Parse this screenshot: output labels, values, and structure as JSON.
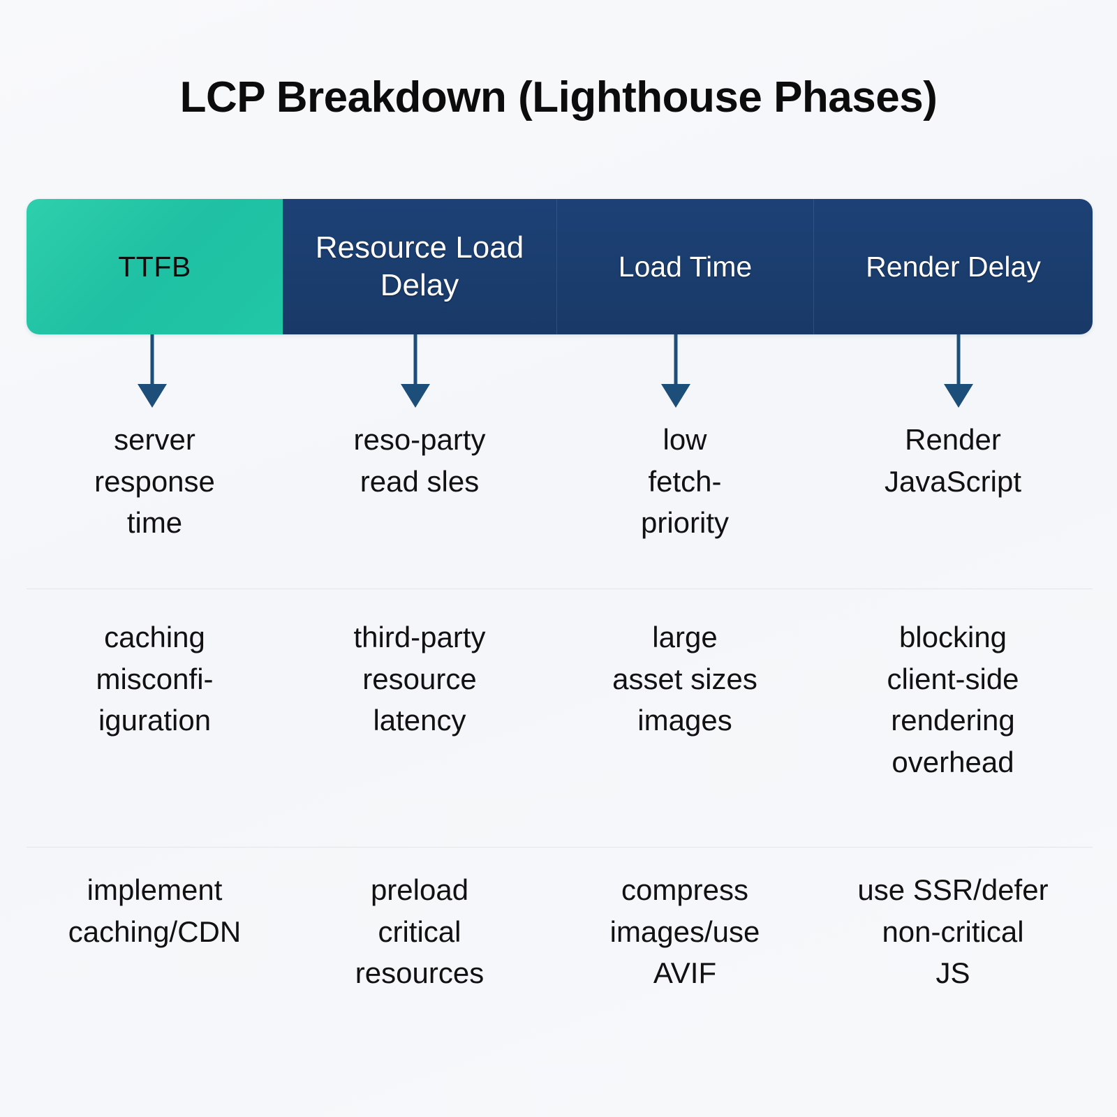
{
  "title": "LCP Breakdown (Lighthouse Phases)",
  "colors": {
    "background": "#f7f8fa",
    "ttfb_teal": "#21c7a6",
    "phase_navy": "#1d4176",
    "arrow": "#1d4e7a",
    "divider": "#e2e5e9",
    "title_text": "#0c0c0c"
  },
  "bar": {
    "segments": [
      {
        "label": "TTFB",
        "fill": "#21c7a6",
        "text_color": "#0d0d0d"
      },
      {
        "label": "Resource Load\nDelay",
        "fill": "#1d4176",
        "text_color": "#ffffff"
      },
      {
        "label": "Load Time",
        "fill": "#1d4176",
        "text_color": "#ffffff"
      },
      {
        "label": "Render Delay",
        "fill": "#1d4176",
        "text_color": "#ffffff"
      }
    ]
  },
  "arrows": [
    {
      "from_segment": "TTFB",
      "direction": "down"
    },
    {
      "from_segment": "Resource Load Delay",
      "direction": "down"
    },
    {
      "from_segment": "Load Time",
      "direction": "down"
    },
    {
      "from_segment": "Render Delay",
      "direction": "down"
    }
  ],
  "rows": [
    {
      "name": "causes-primary",
      "cells": [
        "server\nresponse\ntime",
        "reso-party\nread sles",
        "low\nfetch-\npriority",
        "Render\nJavaScript"
      ]
    },
    {
      "name": "causes-secondary",
      "cells": [
        "caching\nmisconfi-\niguration",
        "third-party\nresource\nlatency",
        "large\nasset sizes\nimages",
        "blocking\nclient-side\nrendering\noverhead"
      ]
    },
    {
      "name": "fixes",
      "cells": [
        "implement\ncaching/CDN",
        "preload\ncritical\nresources",
        "compress\nimages/use\nAVIF",
        "use SSR/defer\nnon-critical\nJS"
      ]
    }
  ]
}
